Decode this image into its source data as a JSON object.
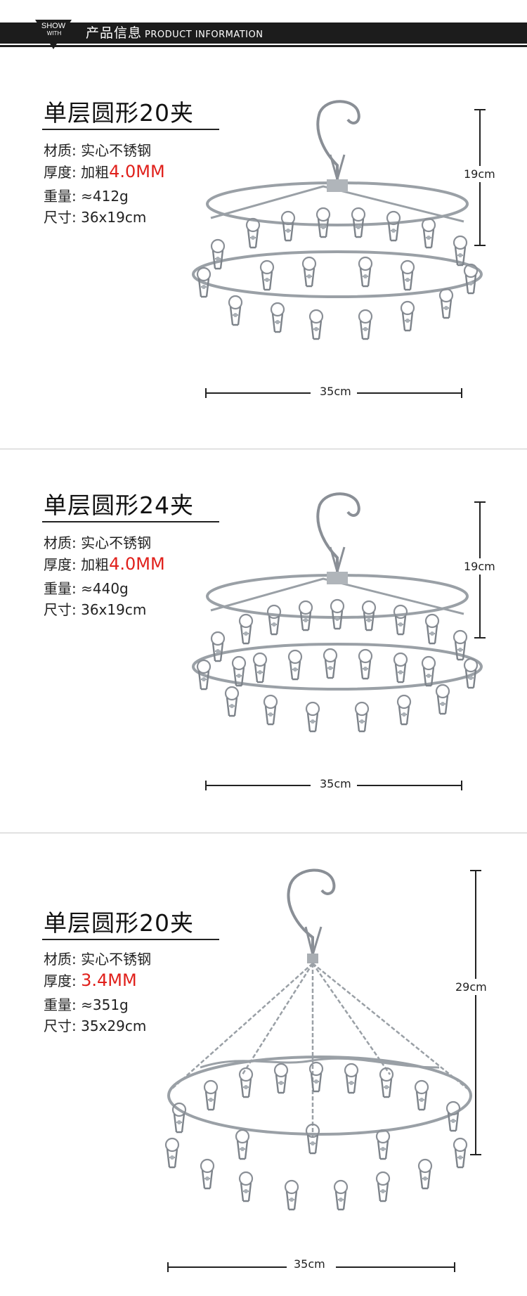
{
  "header": {
    "badge_line1": "SHOW",
    "badge_line2": "WITH",
    "title_cn": "产品信息",
    "title_en": "PRODUCT INFORMATION"
  },
  "products": [
    {
      "title": "单层圆形20夹",
      "specs": [
        {
          "label": "材质: ",
          "prefix": "",
          "value": "实心不锈钢",
          "highlight": false
        },
        {
          "label": "厚度: ",
          "prefix": "加粗",
          "value": "4.0MM",
          "highlight": true
        },
        {
          "label": "重量: ",
          "prefix": "",
          "value": "≈412g",
          "highlight": false
        },
        {
          "label": "尺寸: ",
          "prefix": "",
          "value": "36x19cm",
          "highlight": false
        }
      ],
      "height_label": "19cm",
      "width_label": "35cm",
      "image_icon": "clip-hanger-20"
    },
    {
      "title": "单层圆形24夹",
      "specs": [
        {
          "label": "材质: ",
          "prefix": "",
          "value": "实心不锈钢",
          "highlight": false
        },
        {
          "label": "厚度: ",
          "prefix": "加粗",
          "value": "4.0MM",
          "highlight": true
        },
        {
          "label": "重量: ",
          "prefix": "",
          "value": "≈440g",
          "highlight": false
        },
        {
          "label": "尺寸: ",
          "prefix": "",
          "value": "36x19cm",
          "highlight": false
        }
      ],
      "height_label": "19cm",
      "width_label": "35cm",
      "image_icon": "clip-hanger-24"
    },
    {
      "title": "单层圆形20夹",
      "specs": [
        {
          "label": "材质: ",
          "prefix": "",
          "value": "实心不锈钢",
          "highlight": false
        },
        {
          "label": "厚度: ",
          "prefix": "",
          "value": "3.4MM",
          "highlight": true
        },
        {
          "label": "重量: ",
          "prefix": "",
          "value": "≈351g",
          "highlight": false
        },
        {
          "label": "尺寸: ",
          "prefix": "",
          "value": "35x29cm",
          "highlight": false
        }
      ],
      "height_label": "29cm",
      "width_label": "35cm",
      "image_icon": "chain-clip-hanger-20"
    }
  ],
  "colors": {
    "banner": "#1c1c1c",
    "highlight": "#e0201b",
    "steel": "#8a8f96"
  }
}
